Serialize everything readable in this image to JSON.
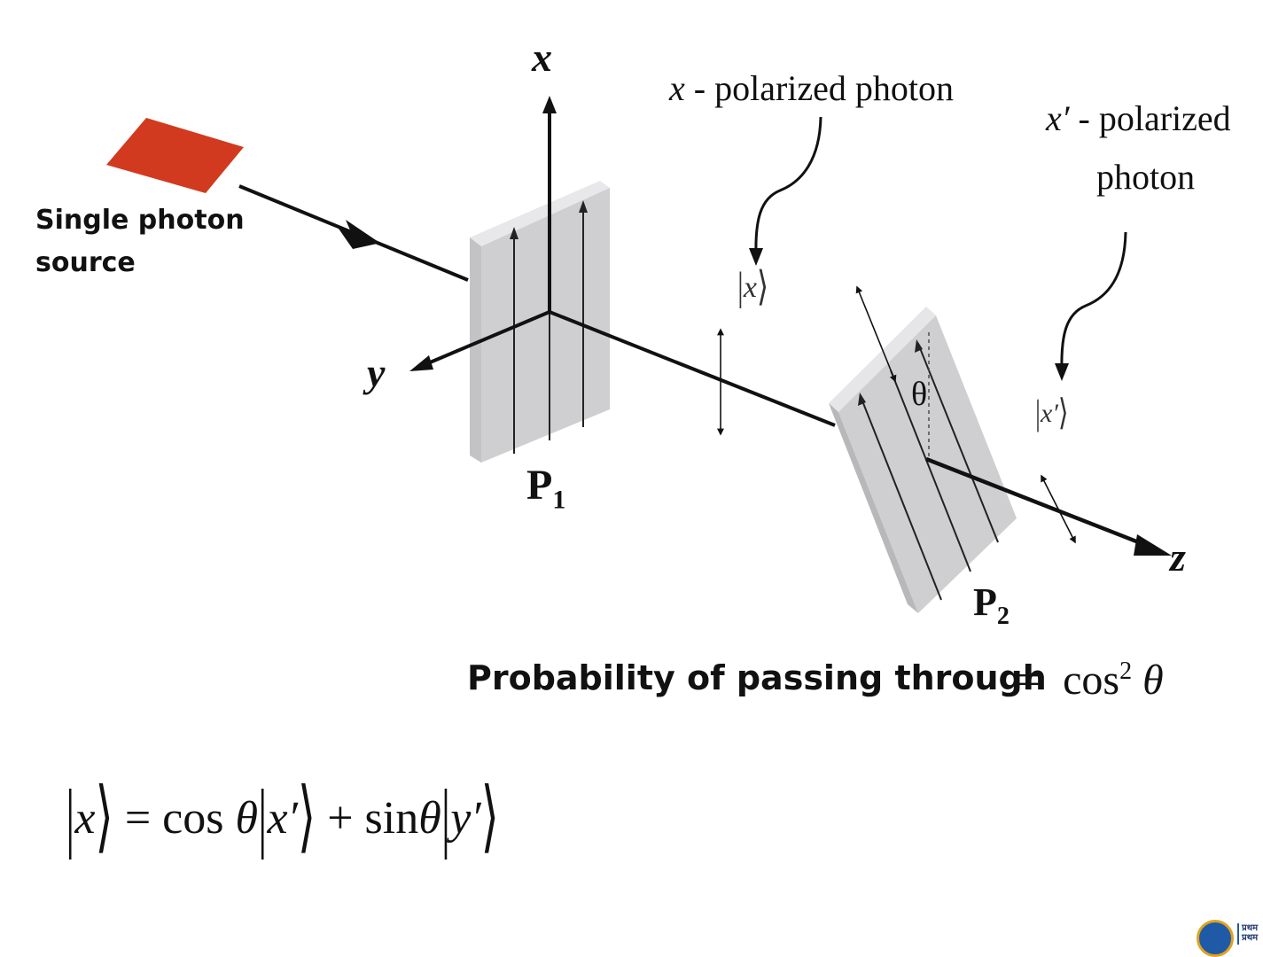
{
  "labels": {
    "x_axis": "x",
    "y_axis": "y",
    "z_axis": "z",
    "source_line1": "Single photon",
    "source_line2": "source",
    "p1_main": "P",
    "p1_sub": "1",
    "p2_main": "P",
    "p2_sub": "2",
    "x_pol_var": "x",
    "x_pol_rest": " - polarized  photon",
    "xp_pol_var": "x′",
    "xp_pol_rest": " - polarized",
    "xp_pol_line2": "photon",
    "ket_x_inner": "x",
    "ket_xp_inner": "x′",
    "theta": "θ"
  },
  "probability": {
    "text": "Probability of passing through",
    "equals": "=",
    "func": "cos",
    "power": "2",
    "var": "θ"
  },
  "equation": {
    "ket_x": "x",
    "equals": "=",
    "cos": "cos",
    "theta1": "θ",
    "ket_xp": "x′",
    "plus": "+",
    "sin": "sin",
    "theta2": "θ",
    "ket_yp": "y′"
  },
  "colors": {
    "source": "#d23a1f",
    "polarizer_face": "#cfcfd1",
    "polarizer_edge": "#e6e6e8",
    "polarizer_side": "#b3b3b6",
    "ink": "#111111"
  },
  "logo": {
    "text_line1": "प्रथम",
    "text_line2": "प्रथम"
  }
}
